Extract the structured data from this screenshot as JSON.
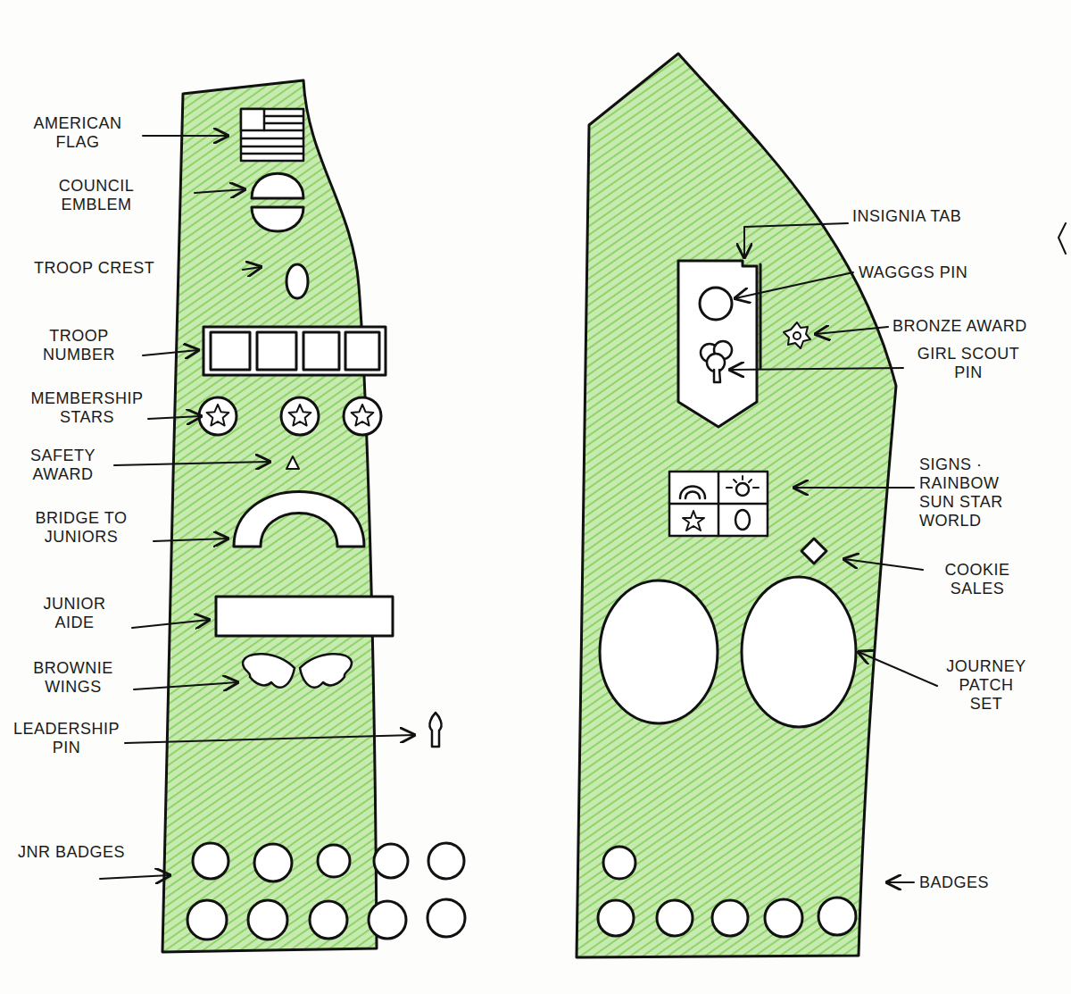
{
  "diagram": {
    "labels": [
      "AMERICAN FLAG",
      "COUNCIL EMBLEM",
      "TROOP CREST",
      "TROOP NUMBER",
      "MEMBERSHIP STARS",
      "SAFETY AWARD",
      "BRIDGE TO JUNIORS",
      "JUNIOR AIDE",
      "BROWNIE WINGS",
      "LEADERSHIP PIN",
      "JNR BADGES",
      "INSIGNIA TAB",
      "WAGGGS PIN",
      "BRONZE AWARD",
      "GIRL SCOUT PIN",
      "SIGNS · RAINBOW SUN STAR WORLD",
      "COOKIE SALES",
      "JOURNEY PATCH SET",
      "BADGES"
    ]
  }
}
